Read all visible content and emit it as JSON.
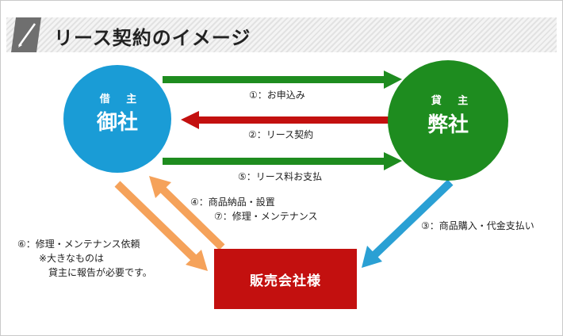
{
  "header": {
    "title": "リース契約のイメージ"
  },
  "nodes": {
    "lessee": {
      "role": "借 主",
      "name": "御社"
    },
    "lessor": {
      "role": "貸 主",
      "name": "弊社"
    },
    "seller": {
      "name": "販売会社様"
    }
  },
  "flows": {
    "f1": "①：お申込み",
    "f2": "②：リース契約",
    "f5": "⑤：リース料お支払",
    "f4": "④：商品納品・設置",
    "f7": "⑦：修理・メンテナンス",
    "f3": "③：商品購入・代金支払い",
    "f6": "⑥：修理・メンテナンス依頼",
    "f6_note1": "※大きなものは",
    "f6_note2": "貸主に報告が必要です。"
  },
  "colors": {
    "blue": "#1a9cd6",
    "green": "#1e8c1f",
    "red": "#c3100f",
    "orange": "#f5a25a",
    "arrow_blue": "#2aa0d4"
  }
}
